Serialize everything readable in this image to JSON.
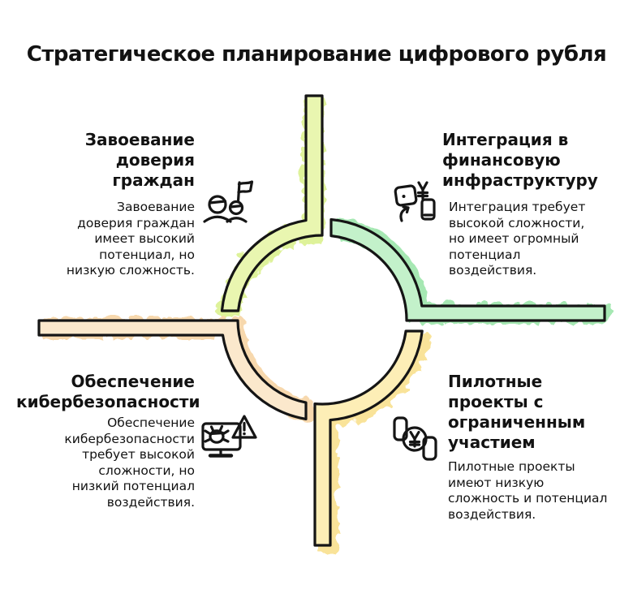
{
  "title": "Стратегическое планирование цифрового рубля",
  "quadrants": [
    {
      "id": "trust",
      "heading": "Завоевание доверия граждан",
      "body": "Завоевание доверия граждан имеет высокий потенциал, но низкую сложность.",
      "icon": "citizens-flag-icon",
      "fill": "#e9f6b0",
      "wash": "#def29a"
    },
    {
      "id": "integration",
      "heading": "Интеграция в финансовую инфраструктуру",
      "body": "Интеграция требует высокой сложности, но имеет огромный потенциал воздействия.",
      "icon": "currency-exchange-icon",
      "fill": "#c3f1ca",
      "wash": "#a6e8b3"
    },
    {
      "id": "cybersecurity",
      "heading": "Обеспечение кибербезопасности",
      "body": "Обеспечение кибербезопасности требует высокой сложности, но низкий потенциал воздействия.",
      "icon": "cybersecurity-threat-icon",
      "fill": "#fbe8cc",
      "wash": "#f7d8ad"
    },
    {
      "id": "pilots",
      "heading": "Пилотные проекты с ограниченным участием",
      "body": "Пилотные проекты имеют низкую сложность и потенциал воздействия.",
      "icon": "pilot-payment-icon",
      "fill": "#fdeeb6",
      "wash": "#f9e399"
    }
  ],
  "outline_color": "#151515"
}
